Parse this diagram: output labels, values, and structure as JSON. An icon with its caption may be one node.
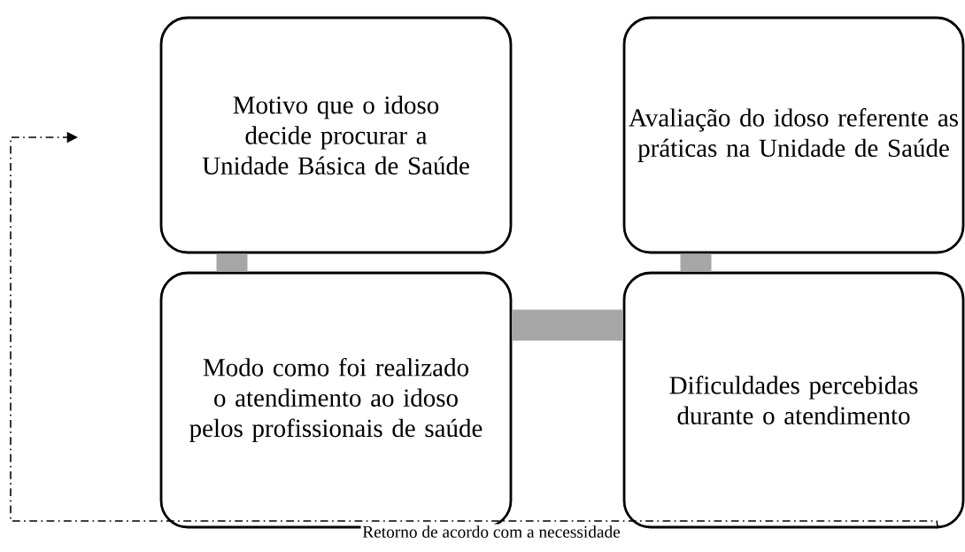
{
  "diagram": {
    "nodes": [
      {
        "text": [
          "Motivo que o idoso decide procurar a Unidade Básica de Saúde"
        ]
      },
      {
        "text": [
          "Avaliação do idoso referente as práticas na Unidade de Saúde"
        ]
      },
      {
        "text": [
          "Modo como foi realizado o atendimento ao idoso pelos profissionais de saúde"
        ]
      },
      {
        "text": [
          "Dificuldades percebidas durante o atendimento"
        ]
      }
    ],
    "edges": [
      {
        "from": 0,
        "to": 2,
        "arrow": "none"
      },
      {
        "from": 2,
        "to": 3,
        "arrow": "none"
      },
      {
        "from": 1,
        "to": 3,
        "arrow": "none"
      },
      {
        "from": 3,
        "to": null,
        "arrow": "to",
        "style": "dashed",
        "color": "#000000",
        "label": "Retorno de acordo com a necessidade"
      }
    ]
  }
}
